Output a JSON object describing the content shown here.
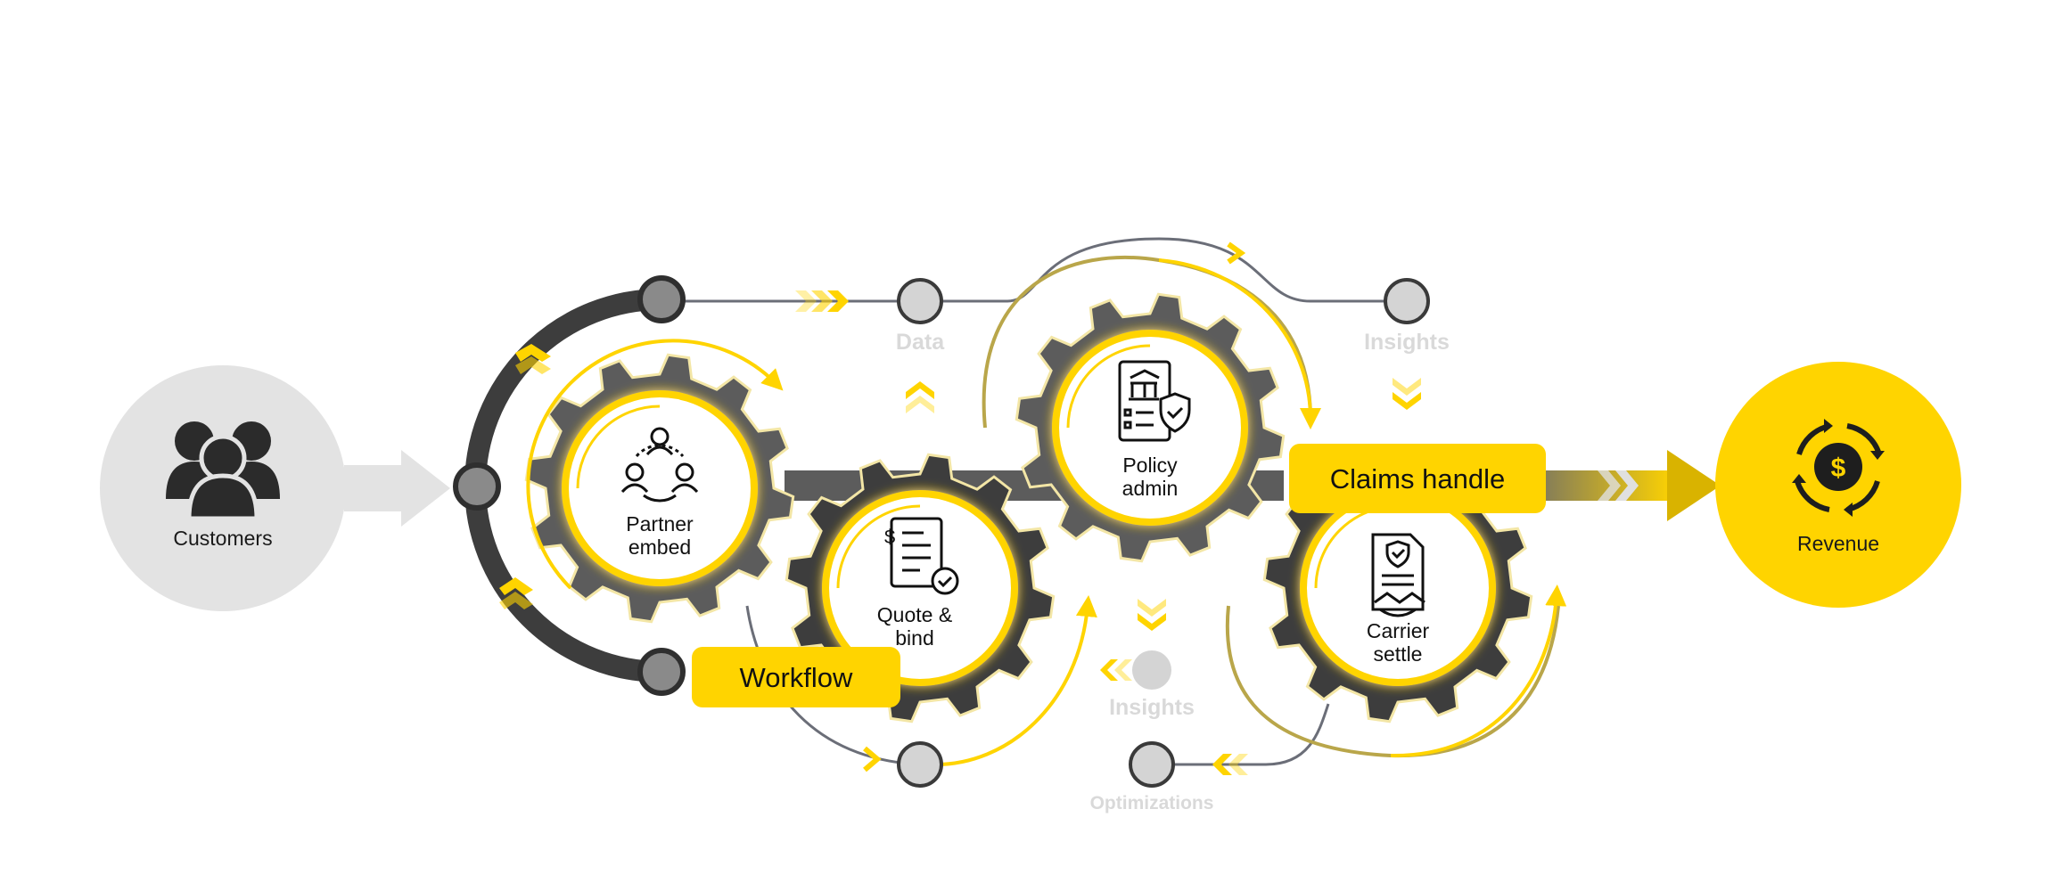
{
  "customers": {
    "label": "Customers"
  },
  "revenue": {
    "label": "Revenue"
  },
  "gears": {
    "partner": {
      "line1": "Partner",
      "line2": "embed"
    },
    "quote": {
      "line1": "Quote &",
      "line2": "bind"
    },
    "policy": {
      "line1": "Policy",
      "line2": "admin"
    },
    "carrier": {
      "line1": "Carrier",
      "line2": "settle"
    }
  },
  "badges": {
    "workflow": "Workflow",
    "claims": "Claims handle"
  },
  "flow_labels": {
    "data": "Data",
    "insights_top": "Insights",
    "insights_mid": "Insights",
    "optimizations": "Optimizations"
  },
  "colors": {
    "accent": "#FFD400",
    "dark_gear": "#3d3d3d",
    "mid_gear": "#5c5c5c",
    "light_grey": "#e3e3e3",
    "node_grey": "#cfcfcf",
    "line_grey": "#6b6e78"
  }
}
